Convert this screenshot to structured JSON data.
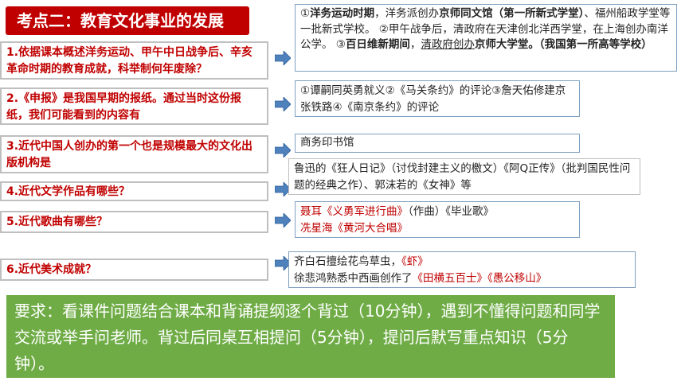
{
  "title": "考点二：教育文化事业的发展",
  "questions": [
    "1.依据课本概述洋务运动、甲午中日战争后、辛亥革命时期的教育成就，科举制何年废除？",
    "2.《申报》是我国早期的报纸。通过当时这份报纸，我们可能看到的内容有",
    "3.近代中国人创办的第一个也是规模最大的文化出版机构是",
    "4.近代文学作品有哪些？",
    "5.近代歌曲有哪些？",
    "6.近代美术成就？"
  ],
  "answers": {
    "a1": {
      "p1": "①",
      "p2": "洋务运动时期",
      "p3": "，洋务派创办",
      "p4": "京师同文馆（第一所新式学堂）",
      "p5": "、福州船政学堂等一批新式学校。 ②甲午战争后，清政府在天津创北洋西学堂，在上海创办南洋公学。 ③",
      "p6": "百日维新期间",
      "p7": "，",
      "p8": "清政府创办",
      "p9": "京师大学堂",
      "p10": "。（我国第一所高等学校）"
    },
    "a2": "①谭嗣同英勇就义②《马关条约》的评论③詹天佑修建京张铁路④《南京条约》的评论",
    "a3": "商务印书馆",
    "a4": "鲁迅的《狂人日记》（讨伐封建主义的檄文）《阿Q正传》（批判国民性问题的经典之作）、郭沫若的《女神》等",
    "a5": {
      "l1a": "聂耳《义勇军进行曲》",
      "l1b": "（作曲）《毕业歌》",
      "l2": "冼星海《黄河大合唱》"
    },
    "a6": {
      "l1a": "齐白石擅绘花鸟草虫，",
      "l1b": "《虾》",
      "l2a": "徐悲鸿熟悉中西画创作了",
      "l2b": "《田横五百士》《愚公移山》"
    }
  },
  "requirement": "要求：看课件问题结合课本和背诵提纲逐个背过（10分钟），遇到不懂得问题和同学交流或举手问老师。背过后同桌互相提问（5分钟），提问后默写重点知识（5分钟）。",
  "colors": {
    "accent_red": "#c00000",
    "requirement_bg": "#6fac46",
    "arrow_blue": "#4f81bd"
  }
}
